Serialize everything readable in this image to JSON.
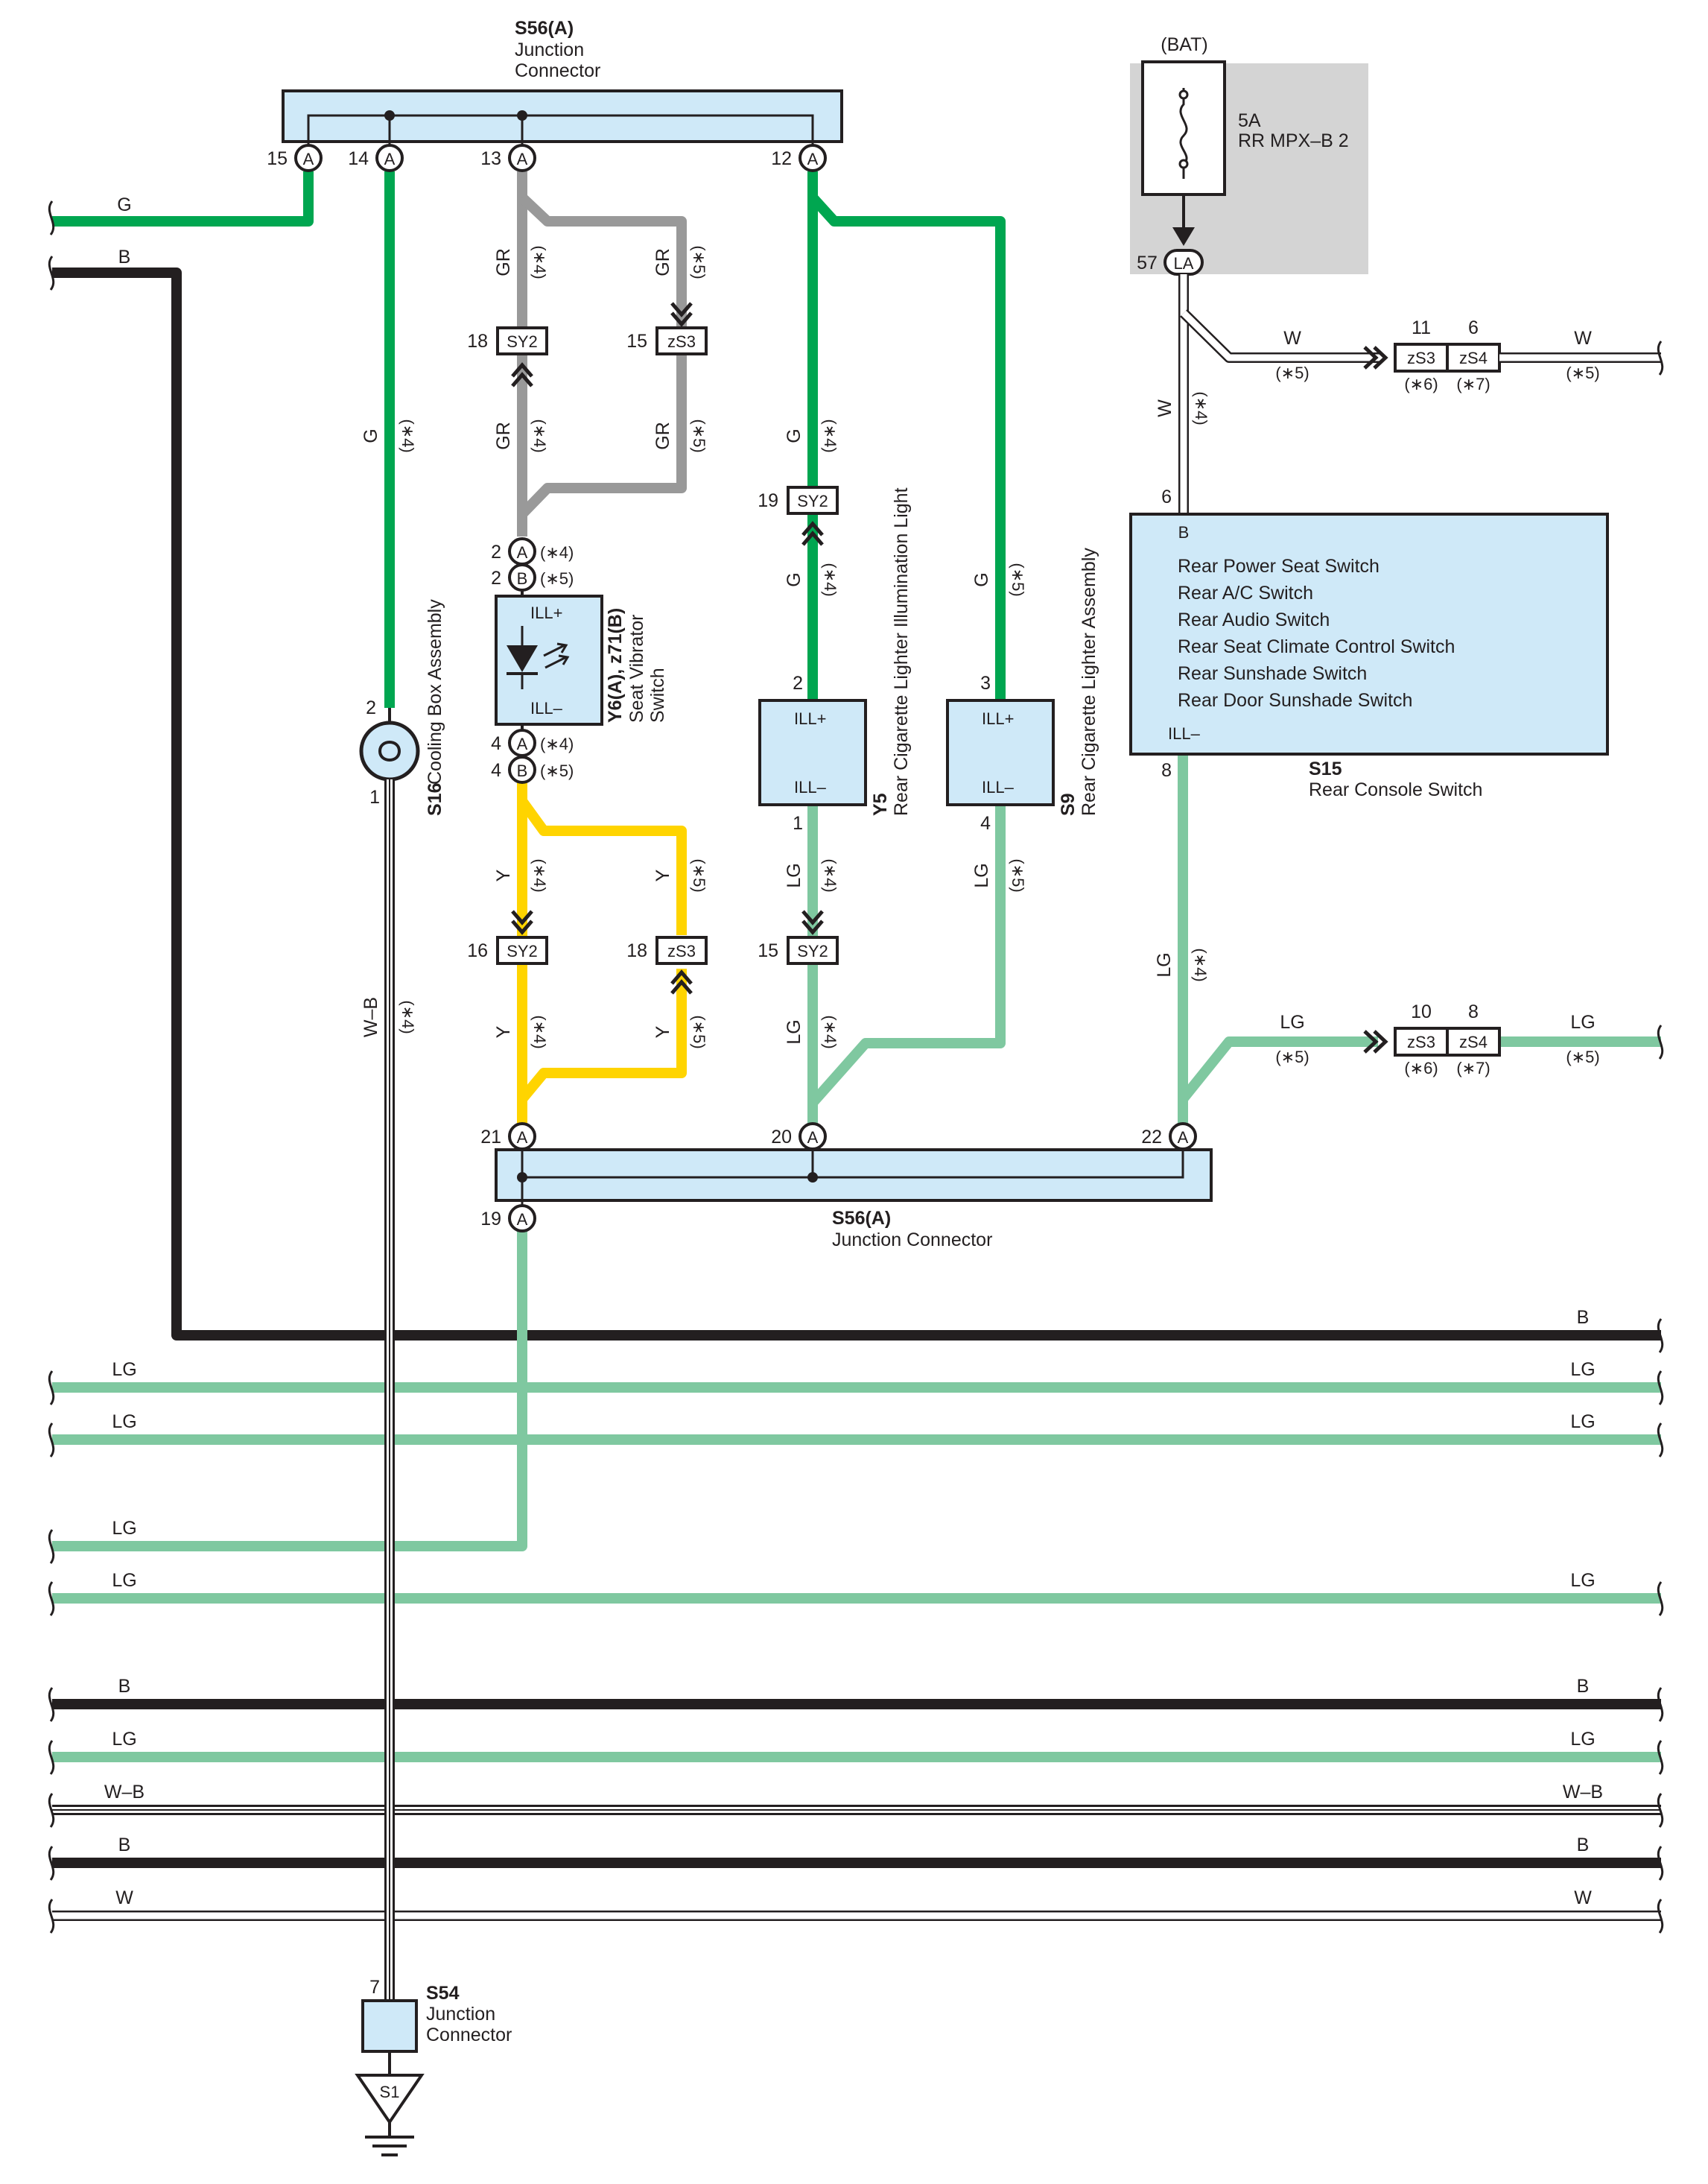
{
  "colors": {
    "G": "#00a650",
    "B": "#231f20",
    "GR": "#999999",
    "LG": "#7fc8a0",
    "Y": "#ffd400",
    "W": "#ffffff",
    "box": "#cfe9f8",
    "shade": "#d4d4d4"
  },
  "s56_top": {
    "code": "S56(A)",
    "name_line1": "Junction",
    "name_line2": "Connector",
    "pins": [
      "15",
      "14",
      "13",
      "12"
    ],
    "pin_mark": "A"
  },
  "s56_bottom": {
    "code": "S56(A)",
    "name": "Junction Connector",
    "pins": [
      "21",
      "20",
      "22",
      "19"
    ],
    "pin_mark": "A"
  },
  "fuse": {
    "source": "(BAT)",
    "rating": "5A",
    "name": "RR MPX–B 2",
    "pin": "57",
    "pin_mark": "LA"
  },
  "s15": {
    "code": "S15",
    "name": "Rear Console Switch",
    "pin_top": "6",
    "pin_bottom": "8",
    "pin_mark": "B",
    "ill_minus": "ILL–",
    "lines": [
      "Rear Power Seat Switch",
      "Rear A/C Switch",
      "Rear Audio Switch",
      "Rear Seat Climate Control Switch",
      "Rear Sunshade Switch",
      "Rear Door Sunshade Switch"
    ]
  },
  "s16": {
    "code": "S16",
    "name": "Cooling Box Assembly",
    "pin_top": "2",
    "pin_bottom": "1"
  },
  "y6": {
    "code": "Y6(A), z71(B)",
    "name_line1": "Seat Vibrator",
    "name_line2": "Switch",
    "ill_plus": "ILL+",
    "ill_minus": "ILL–",
    "pin_top_a": "2",
    "pin_top_b": "2",
    "pin_bot_a": "4",
    "pin_bot_b": "4",
    "mark_a": "A",
    "mark_b": "B",
    "note_a": "(∗4)",
    "note_b": "(∗5)"
  },
  "y5": {
    "code": "Y5",
    "name": "Rear Cigarette Lighter Illumination Light",
    "ill_plus": "ILL+",
    "ill_minus": "ILL–",
    "pin_top": "2",
    "pin_bottom": "1"
  },
  "s9": {
    "code": "S9",
    "name": "Rear Cigarette Lighter Assembly",
    "ill_plus": "ILL+",
    "ill_minus": "ILL–",
    "pin_top": "3",
    "pin_bottom": "4"
  },
  "s54": {
    "code": "S54",
    "name_line1": "Junction",
    "name_line2": "Connector",
    "pin": "7",
    "ground": "S1"
  },
  "connectors": {
    "sy2": "SY2",
    "zs3": "zS3",
    "zs4": "zS4",
    "sy2_a_pin": "18",
    "zs3_a_pin": "15",
    "sy2_b_pin": "19",
    "sy2_c_pin": "16",
    "zs3_c_pin": "18",
    "sy2_d_pin": "15",
    "right_top_zs3": "11",
    "right_top_zs4": "6",
    "right_bot_zs3": "10",
    "right_bot_zs4": "8"
  },
  "notes": {
    "n4": "(∗4)",
    "n5": "(∗5)",
    "n6": "(∗6)",
    "n7": "(∗7)"
  },
  "wire_labels": {
    "G": "G",
    "B": "B",
    "GR": "GR",
    "LG": "LG",
    "Y": "Y",
    "W": "W",
    "WB": "W–B"
  },
  "bus_rows": [
    {
      "label": "B",
      "color": "B"
    },
    {
      "label": "LG",
      "color": "LG"
    },
    {
      "label": "LG",
      "color": "LG"
    },
    {
      "label": "LG",
      "color": "LG"
    },
    {
      "label": "LG",
      "color": "LG"
    },
    {
      "label": "B",
      "color": "B"
    },
    {
      "label": "LG",
      "color": "LG"
    },
    {
      "label": "W–B",
      "color": "WB"
    },
    {
      "label": "B",
      "color": "B"
    },
    {
      "label": "W",
      "color": "W"
    }
  ]
}
